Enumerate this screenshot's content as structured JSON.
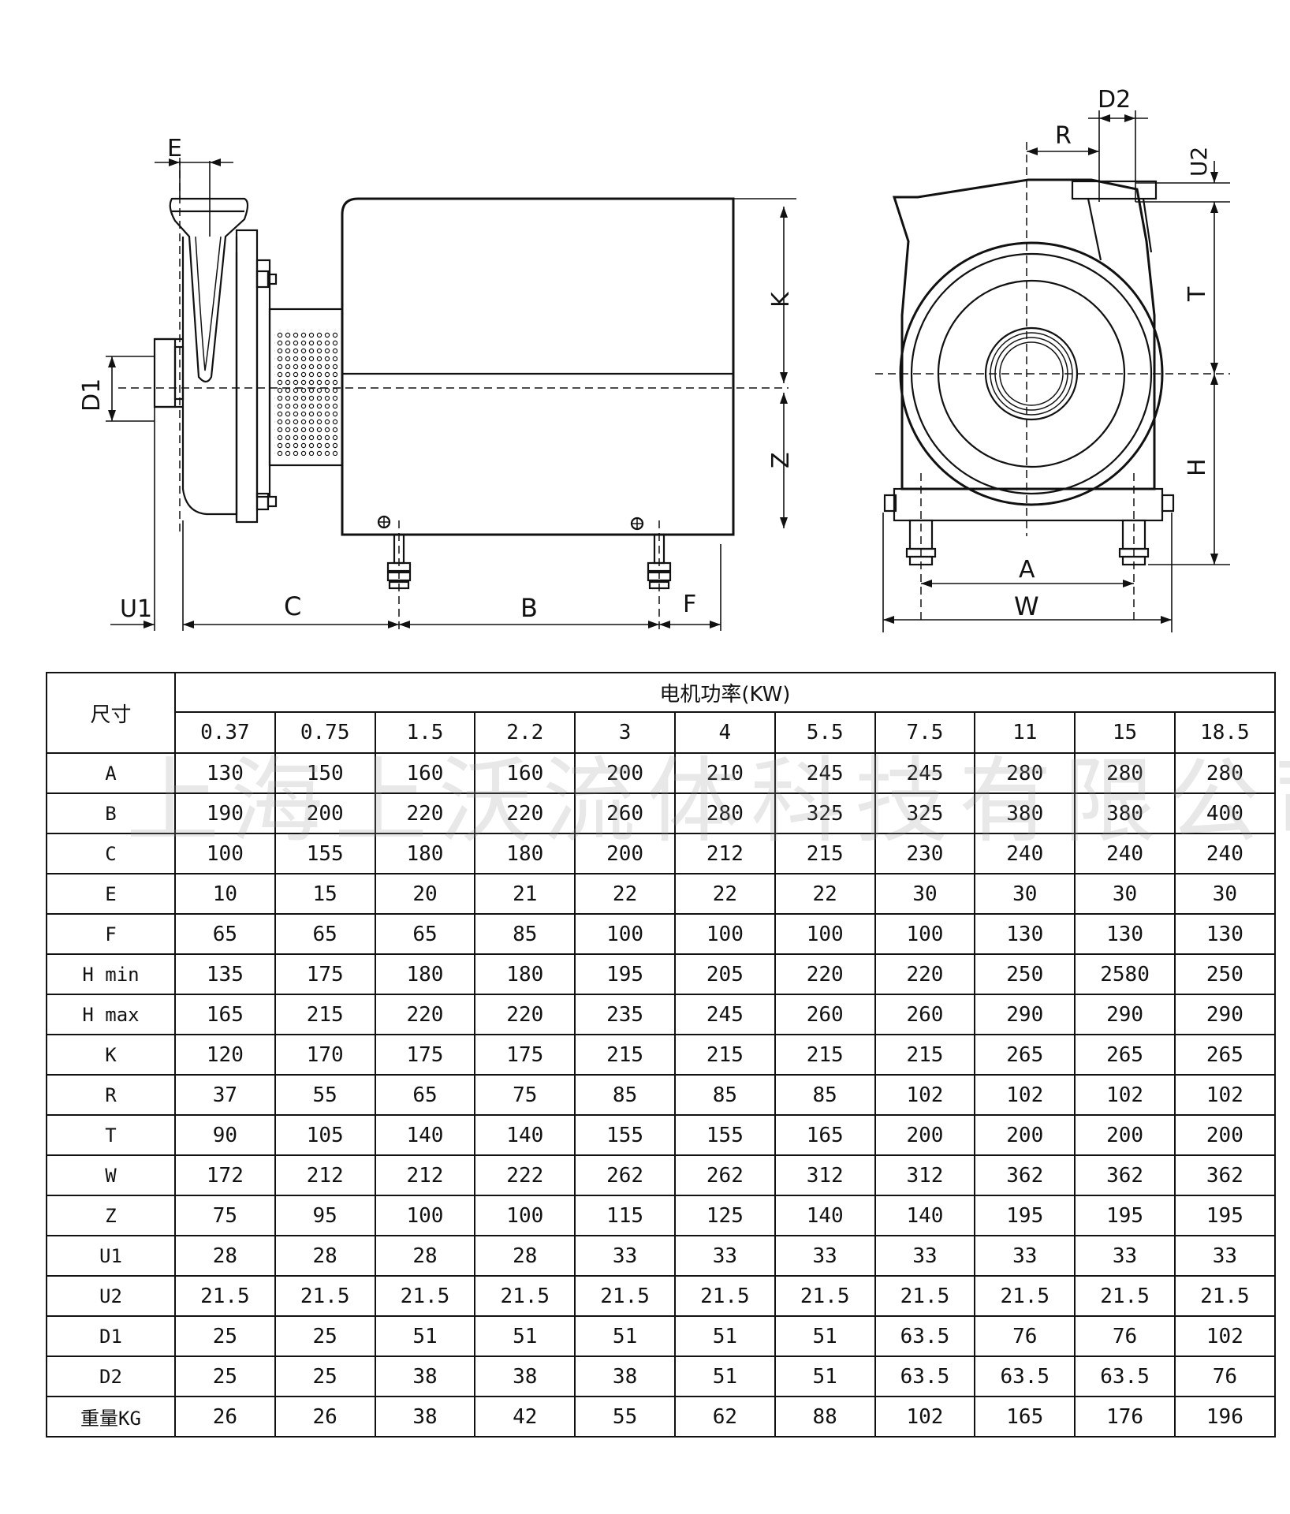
{
  "drawing": {
    "labels": {
      "E": "E",
      "D1": "D1",
      "K": "K",
      "Z": "Z",
      "U1": "U1",
      "C": "C",
      "B": "B",
      "F": "F",
      "R": "R",
      "D2": "D2",
      "U2": "U2",
      "T": "T",
      "H": "H",
      "A": "A",
      "W": "W"
    }
  },
  "table": {
    "dimension_header": "尺寸",
    "power_header": "电机功率(KW)",
    "powers": [
      "0.37",
      "0.75",
      "1.5",
      "2.2",
      "3",
      "4",
      "5.5",
      "7.5",
      "11",
      "15",
      "18.5"
    ],
    "rows": [
      {
        "label": "A",
        "values": [
          "130",
          "150",
          "160",
          "160",
          "200",
          "210",
          "245",
          "245",
          "280",
          "280",
          "280"
        ]
      },
      {
        "label": "B",
        "values": [
          "190",
          "200",
          "220",
          "220",
          "260",
          "280",
          "325",
          "325",
          "380",
          "380",
          "400"
        ]
      },
      {
        "label": "C",
        "values": [
          "100",
          "155",
          "180",
          "180",
          "200",
          "212",
          "215",
          "230",
          "240",
          "240",
          "240"
        ]
      },
      {
        "label": "E",
        "values": [
          "10",
          "15",
          "20",
          "21",
          "22",
          "22",
          "22",
          "30",
          "30",
          "30",
          "30"
        ]
      },
      {
        "label": "F",
        "values": [
          "65",
          "65",
          "65",
          "85",
          "100",
          "100",
          "100",
          "100",
          "130",
          "130",
          "130"
        ]
      },
      {
        "label": "H min",
        "values": [
          "135",
          "175",
          "180",
          "180",
          "195",
          "205",
          "220",
          "220",
          "250",
          "2580",
          "250"
        ]
      },
      {
        "label": "H max",
        "values": [
          "165",
          "215",
          "220",
          "220",
          "235",
          "245",
          "260",
          "260",
          "290",
          "290",
          "290"
        ]
      },
      {
        "label": "K",
        "values": [
          "120",
          "170",
          "175",
          "175",
          "215",
          "215",
          "215",
          "215",
          "265",
          "265",
          "265"
        ]
      },
      {
        "label": "R",
        "values": [
          "37",
          "55",
          "65",
          "75",
          "85",
          "85",
          "85",
          "102",
          "102",
          "102",
          "102"
        ]
      },
      {
        "label": "T",
        "values": [
          "90",
          "105",
          "140",
          "140",
          "155",
          "155",
          "165",
          "200",
          "200",
          "200",
          "200"
        ]
      },
      {
        "label": "W",
        "values": [
          "172",
          "212",
          "212",
          "222",
          "262",
          "262",
          "312",
          "312",
          "362",
          "362",
          "362"
        ]
      },
      {
        "label": "Z",
        "values": [
          "75",
          "95",
          "100",
          "100",
          "115",
          "125",
          "140",
          "140",
          "195",
          "195",
          "195"
        ]
      },
      {
        "label": "U1",
        "values": [
          "28",
          "28",
          "28",
          "28",
          "33",
          "33",
          "33",
          "33",
          "33",
          "33",
          "33"
        ]
      },
      {
        "label": "U2",
        "values": [
          "21.5",
          "21.5",
          "21.5",
          "21.5",
          "21.5",
          "21.5",
          "21.5",
          "21.5",
          "21.5",
          "21.5",
          "21.5"
        ]
      },
      {
        "label": "D1",
        "values": [
          "25",
          "25",
          "51",
          "51",
          "51",
          "51",
          "51",
          "63.5",
          "76",
          "76",
          "102"
        ]
      },
      {
        "label": "D2",
        "values": [
          "25",
          "25",
          "38",
          "38",
          "38",
          "51",
          "51",
          "63.5",
          "63.5",
          "63.5",
          "76"
        ]
      },
      {
        "label": "重量KG",
        "values": [
          "26",
          "26",
          "38",
          "42",
          "55",
          "62",
          "88",
          "102",
          "165",
          "176",
          "196"
        ]
      }
    ]
  },
  "watermark": "上海上沃流体科技有限公司"
}
